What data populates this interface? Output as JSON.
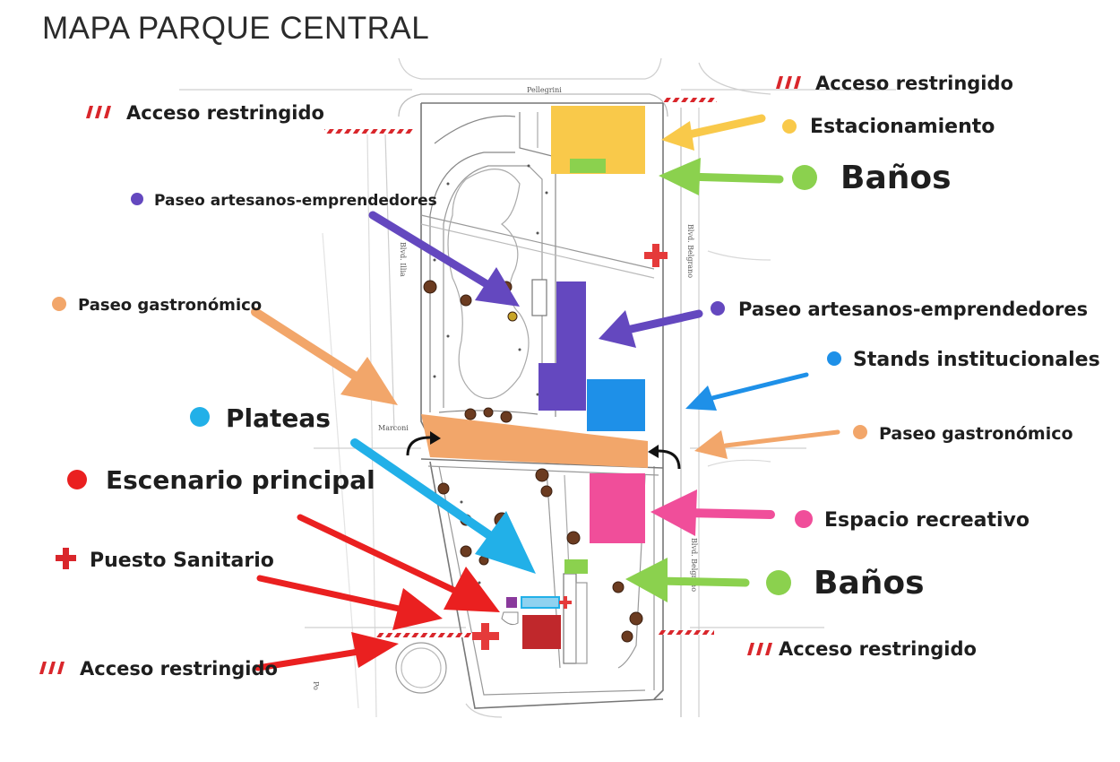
{
  "title": "MAPA PARQUE CENTRAL",
  "colors": {
    "estacionamiento": "#f9c94a",
    "banos": "#8bd14e",
    "paseo_artesanos": "#6448bf",
    "stands": "#1e90e8",
    "paseo_gastronomico": "#f2a66a",
    "plateas": "#22b0e8",
    "escenario": "#ea2020",
    "recreativo": "#f04e9a",
    "sanitario": "#d9262b",
    "restringido": "#d9262b"
  },
  "streets": {
    "north": "Pellegrini",
    "east": "Blvd. Belgrano",
    "west": "Blvd. Illia",
    "middle": "Marconi",
    "south": "Po"
  },
  "labels": {
    "acceso_restringido_1": "Acceso restringido",
    "acceso_restringido_2": "Acceso restringido",
    "acceso_restringido_3": "Acceso restringido",
    "acceso_restringido_4": "Acceso restringido",
    "estacionamiento": "Estacionamiento",
    "banos_1": "Baños",
    "banos_2": "Baños",
    "paseo_artesanos_1": "Paseo artesanos-emprendedores",
    "paseo_artesanos_2": "Paseo artesanos-emprendedores",
    "stands": "Stands institucionales",
    "paseo_gastronomico_1": "Paseo gastronómico",
    "paseo_gastronomico_2": "Paseo gastronómico",
    "plateas": "Plateas",
    "escenario": "Escenario principal",
    "recreativo": "Espacio recreativo",
    "sanitario": "Puesto Sanitario"
  }
}
